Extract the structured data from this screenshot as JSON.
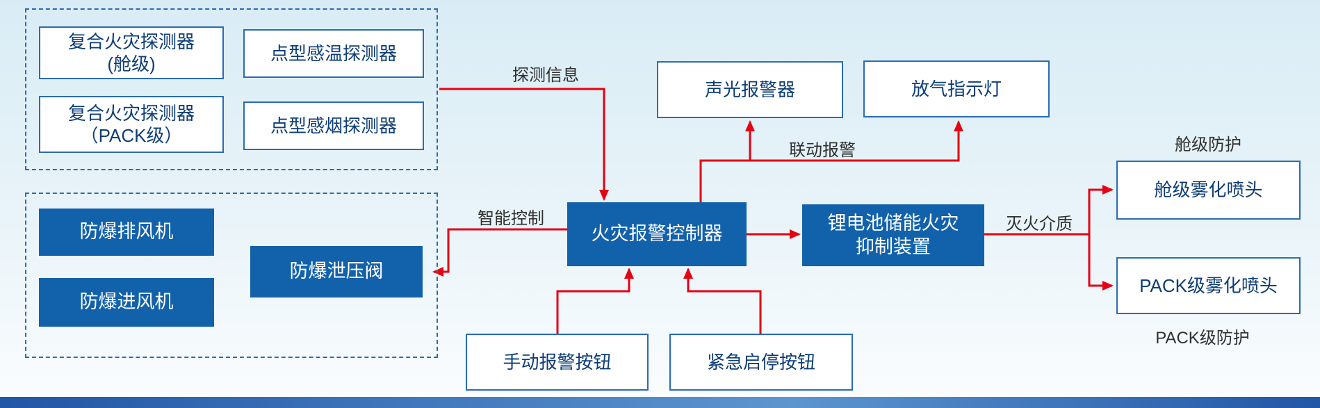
{
  "colors": {
    "arrow_color": "#e60012",
    "solid_box_bg": "#1261ab",
    "solid_box_text": "#ffffff",
    "box_border": "#2a6cb3",
    "box_text": "#0d3d77",
    "label_color": "#303030",
    "footer_left": "#2256a6",
    "footer_right": "#5d95cf",
    "bg_top": "#d9ecf5",
    "bg_bottom": "#fbfdfe"
  },
  "groups": {
    "detectors": {
      "composite_cabin_line1": "复合火灾探测器",
      "composite_cabin_line2": "(舱级)",
      "heat_detector": "点型感温探测器",
      "composite_pack_line1": "复合火灾探测器",
      "composite_pack_line2": "（PACK级）",
      "smoke_detector": "点型感烟探测器"
    },
    "ventilation": {
      "exhaust_fan": "防爆排风机",
      "intake_fan": "防爆进风机",
      "relief_valve": "防爆泄压阀"
    }
  },
  "nodes": {
    "controller": "火灾报警控制器",
    "suppression_line1": "锂电池储能火灾",
    "suppression_line2": "抑制装置",
    "sound_light_alarm": "声光报警器",
    "gas_indicator": "放气指示灯",
    "manual_button": "手动报警按钮",
    "emergency_button": "紧急启停按钮",
    "cabin_nozzle": "舱级雾化喷头",
    "pack_nozzle": "PACK级雾化喷头"
  },
  "flow_labels": {
    "detection_info": "探测信息",
    "smart_control": "智能控制",
    "linked_alarm": "联动报警",
    "extinguishing_medium": "灭火介质"
  },
  "captions": {
    "cabin_protection": "舱级防护",
    "pack_protection": "PACK级防护"
  }
}
